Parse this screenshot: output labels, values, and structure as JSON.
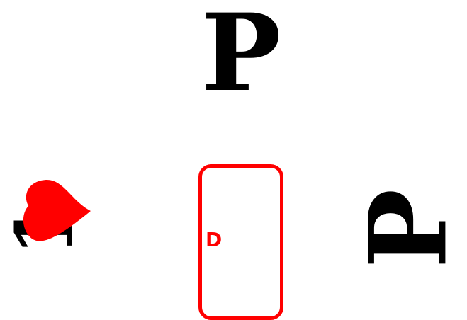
{
  "table": {
    "north_player": "P",
    "east_player": "P",
    "west_card_rank": "1",
    "west_card_suit_icon": "heart-icon",
    "center_card_label": "D"
  },
  "colors": {
    "suit_red": "#ff0000",
    "ink": "#000000",
    "background": "#ffffff"
  }
}
